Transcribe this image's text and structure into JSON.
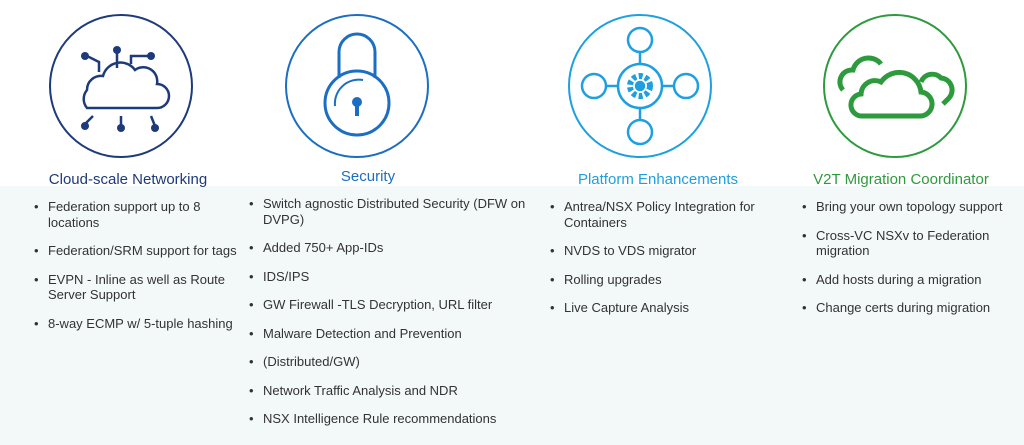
{
  "columns": [
    {
      "title": "Cloud-scale Networking",
      "color": "#1d3a7a",
      "icon": "cloud-network-icon",
      "items": [
        "Federation support up to 8 locations",
        "Federation/SRM support for tags",
        "EVPN - Inline as well as Route Server Support",
        "8-way ECMP w/ 5-tuple hashing"
      ]
    },
    {
      "title": "Security",
      "color": "#1b6ec2",
      "icon": "padlock-icon",
      "items": [
        "Switch agnostic Distributed Security (DFW on DVPG)",
        "Added 750+ App-IDs",
        " IDS/IPS",
        "GW Firewall -TLS Decryption, URL filter",
        "Malware Detection and Prevention",
        "(Distributed/GW)",
        "Network Traffic Analysis and NDR",
        "NSX Intelligence Rule recommendations"
      ]
    },
    {
      "title": "Platform Enhancements",
      "color": "#1e9fe0",
      "icon": "platform-gear-icon",
      "items": [
        "Antrea/NSX Policy Integration for Containers",
        "NVDS to VDS migrator",
        "Rolling upgrades",
        "Live Capture Analysis"
      ]
    },
    {
      "title": "V2T Migration Coordinator",
      "color": "#2e9a3e",
      "icon": "clouds-icon",
      "items": [
        "Bring your own topology support",
        "Cross-VC NSXv to Federation migration",
        "Add hosts during a migration",
        "Change certs during migration"
      ]
    }
  ]
}
